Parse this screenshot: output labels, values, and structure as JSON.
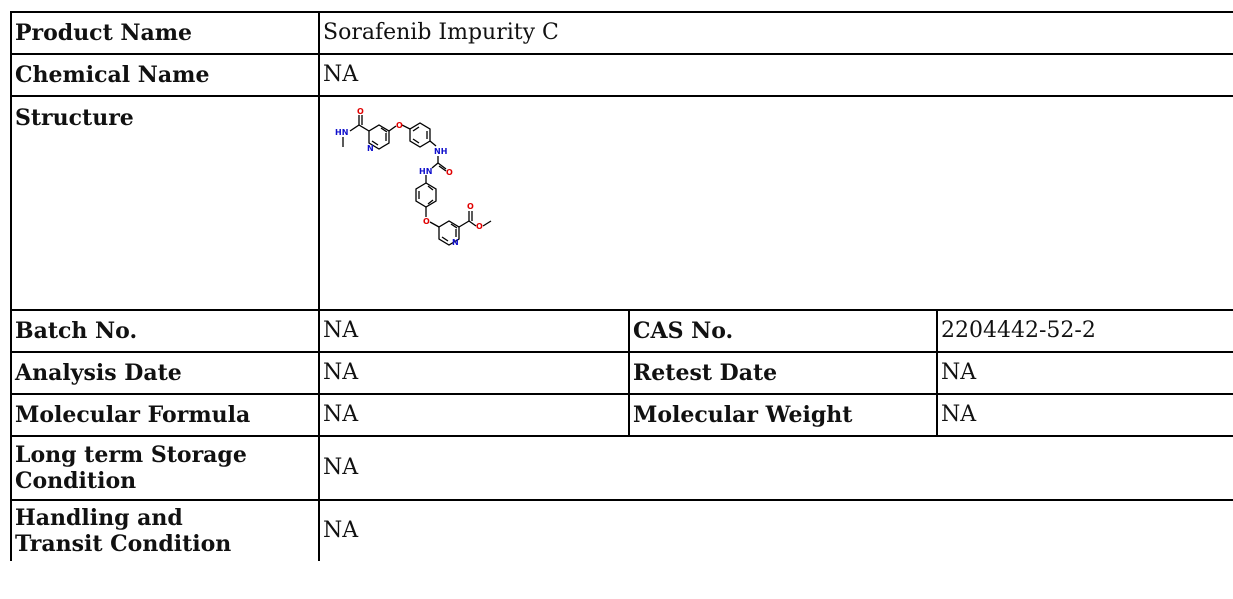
{
  "rows": {
    "product_name": {
      "label": "Product Name",
      "value": "Sorafenib Impurity C"
    },
    "chemical_name": {
      "label": "Chemical Name",
      "value": "NA"
    },
    "structure": {
      "label": "Structure",
      "atoms": [
        "O",
        "HN",
        "N",
        "O",
        "NH",
        "O",
        "HN",
        "O",
        "O",
        "N",
        "O"
      ]
    },
    "batch_no": {
      "label": "Batch No.",
      "value": "NA"
    },
    "cas_no": {
      "label": "CAS No.",
      "value": "2204442-52-2"
    },
    "analysis_date": {
      "label": "Analysis Date",
      "value": "NA"
    },
    "retest_date": {
      "label": "Retest Date",
      "value": "NA"
    },
    "molecular_formula": {
      "label": "Molecular Formula",
      "value": "NA"
    },
    "molecular_weight": {
      "label": "Molecular Weight",
      "value": "NA"
    },
    "storage": {
      "label_line1": "Long term Storage",
      "label_line2": "Condition",
      "value": "NA"
    },
    "handling": {
      "label_line1": "Handling and",
      "label_line2": "Transit Condition",
      "value": "NA"
    }
  },
  "colors": {
    "border": "#000000",
    "oxygen": "#e00000",
    "nitrogen": "#1010cc",
    "bond": "#000000"
  }
}
